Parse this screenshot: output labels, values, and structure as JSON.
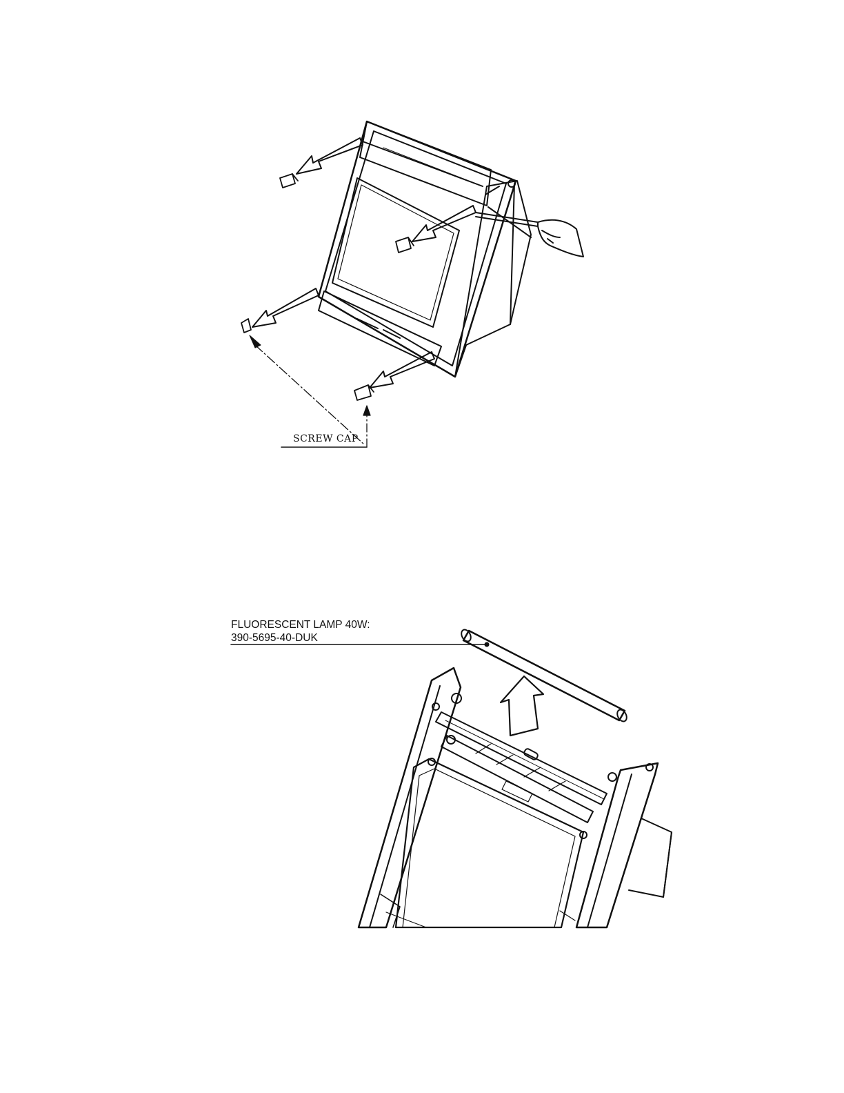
{
  "figure_top": {
    "callout": "SCREW CAP"
  },
  "figure_bottom": {
    "callout_line1": "FLUORESCENT LAMP 40W:",
    "callout_line2": "390-5695-40-DUK"
  }
}
